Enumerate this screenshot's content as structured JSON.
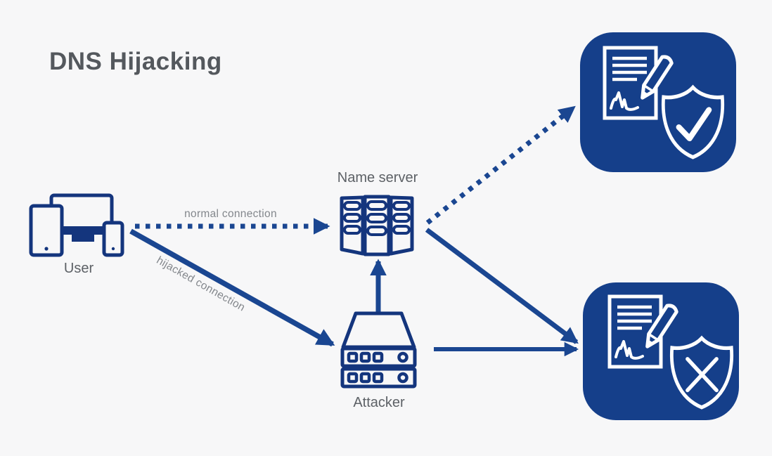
{
  "title": "DNS Hijacking",
  "nodes": {
    "user": {
      "label": "User",
      "icon": "devices-icon"
    },
    "name_server": {
      "label": "Name server",
      "icon": "server-rack-icon"
    },
    "attacker": {
      "label": "Attacker",
      "icon": "attacker-server-icon"
    }
  },
  "destinations": {
    "legitimate_site": {
      "icon": "signed-document-shield-check-icon"
    },
    "fake_site": {
      "icon": "signed-document-shield-cross-icon"
    }
  },
  "connections": {
    "normal": {
      "label": "normal connection",
      "line_style": "dotted",
      "from": "user",
      "to": "name_server"
    },
    "hijacked": {
      "label": "hijacked connection",
      "line_style": "solid",
      "from": "user",
      "to": "attacker"
    },
    "attacker_to_name_server": {
      "line_style": "solid"
    },
    "name_server_to_legitimate": {
      "line_style": "dotted"
    },
    "name_server_to_fake": {
      "line_style": "solid"
    },
    "attacker_to_fake": {
      "line_style": "solid"
    }
  },
  "colors": {
    "background": "#f7f7f8",
    "arrow_blue": "#1a4691",
    "icon_navy": "#14357d",
    "card_fill": "#153f8a",
    "icon_white": "#ffffff",
    "title_text": "#54585d",
    "node_label_text": "#5d6166",
    "connection_label_text": "#83878c"
  }
}
